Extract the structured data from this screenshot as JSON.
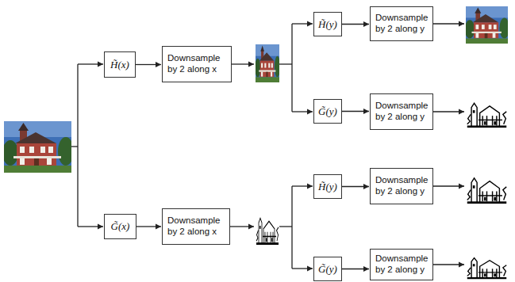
{
  "diagram": {
    "nodes": [
      {
        "text": [
          "H̃(x)"
        ]
      },
      {
        "text": [
          "Downsample by 2 along x"
        ]
      },
      {
        "text": [
          "H̃(y)"
        ]
      },
      {
        "text": [
          "Downsample by 2 along y"
        ]
      },
      {
        "text": [
          "G̃(y)"
        ]
      },
      {
        "text": [
          "Downsample by 2 along y"
        ]
      },
      {
        "text": [
          "G̃(x)"
        ]
      },
      {
        "text": [
          "Downsample by 2 along x"
        ]
      },
      {
        "text": [
          "H̃(y)"
        ]
      },
      {
        "text": [
          "Downsample by 2 along y"
        ]
      },
      {
        "text": [
          "G̃(y)"
        ]
      },
      {
        "text": [
          "Downsample by 2 along y"
        ]
      }
    ],
    "edges": [
      {
        "from": 0,
        "to": 1,
        "arrow": "to"
      },
      {
        "from": 2,
        "to": 3,
        "arrow": "to"
      },
      {
        "from": 4,
        "to": 5,
        "arrow": "to"
      },
      {
        "from": 6,
        "to": 7,
        "arrow": "to"
      },
      {
        "from": 8,
        "to": 9,
        "arrow": "to"
      },
      {
        "from": 10,
        "to": 11,
        "arrow": "to"
      }
    ]
  }
}
